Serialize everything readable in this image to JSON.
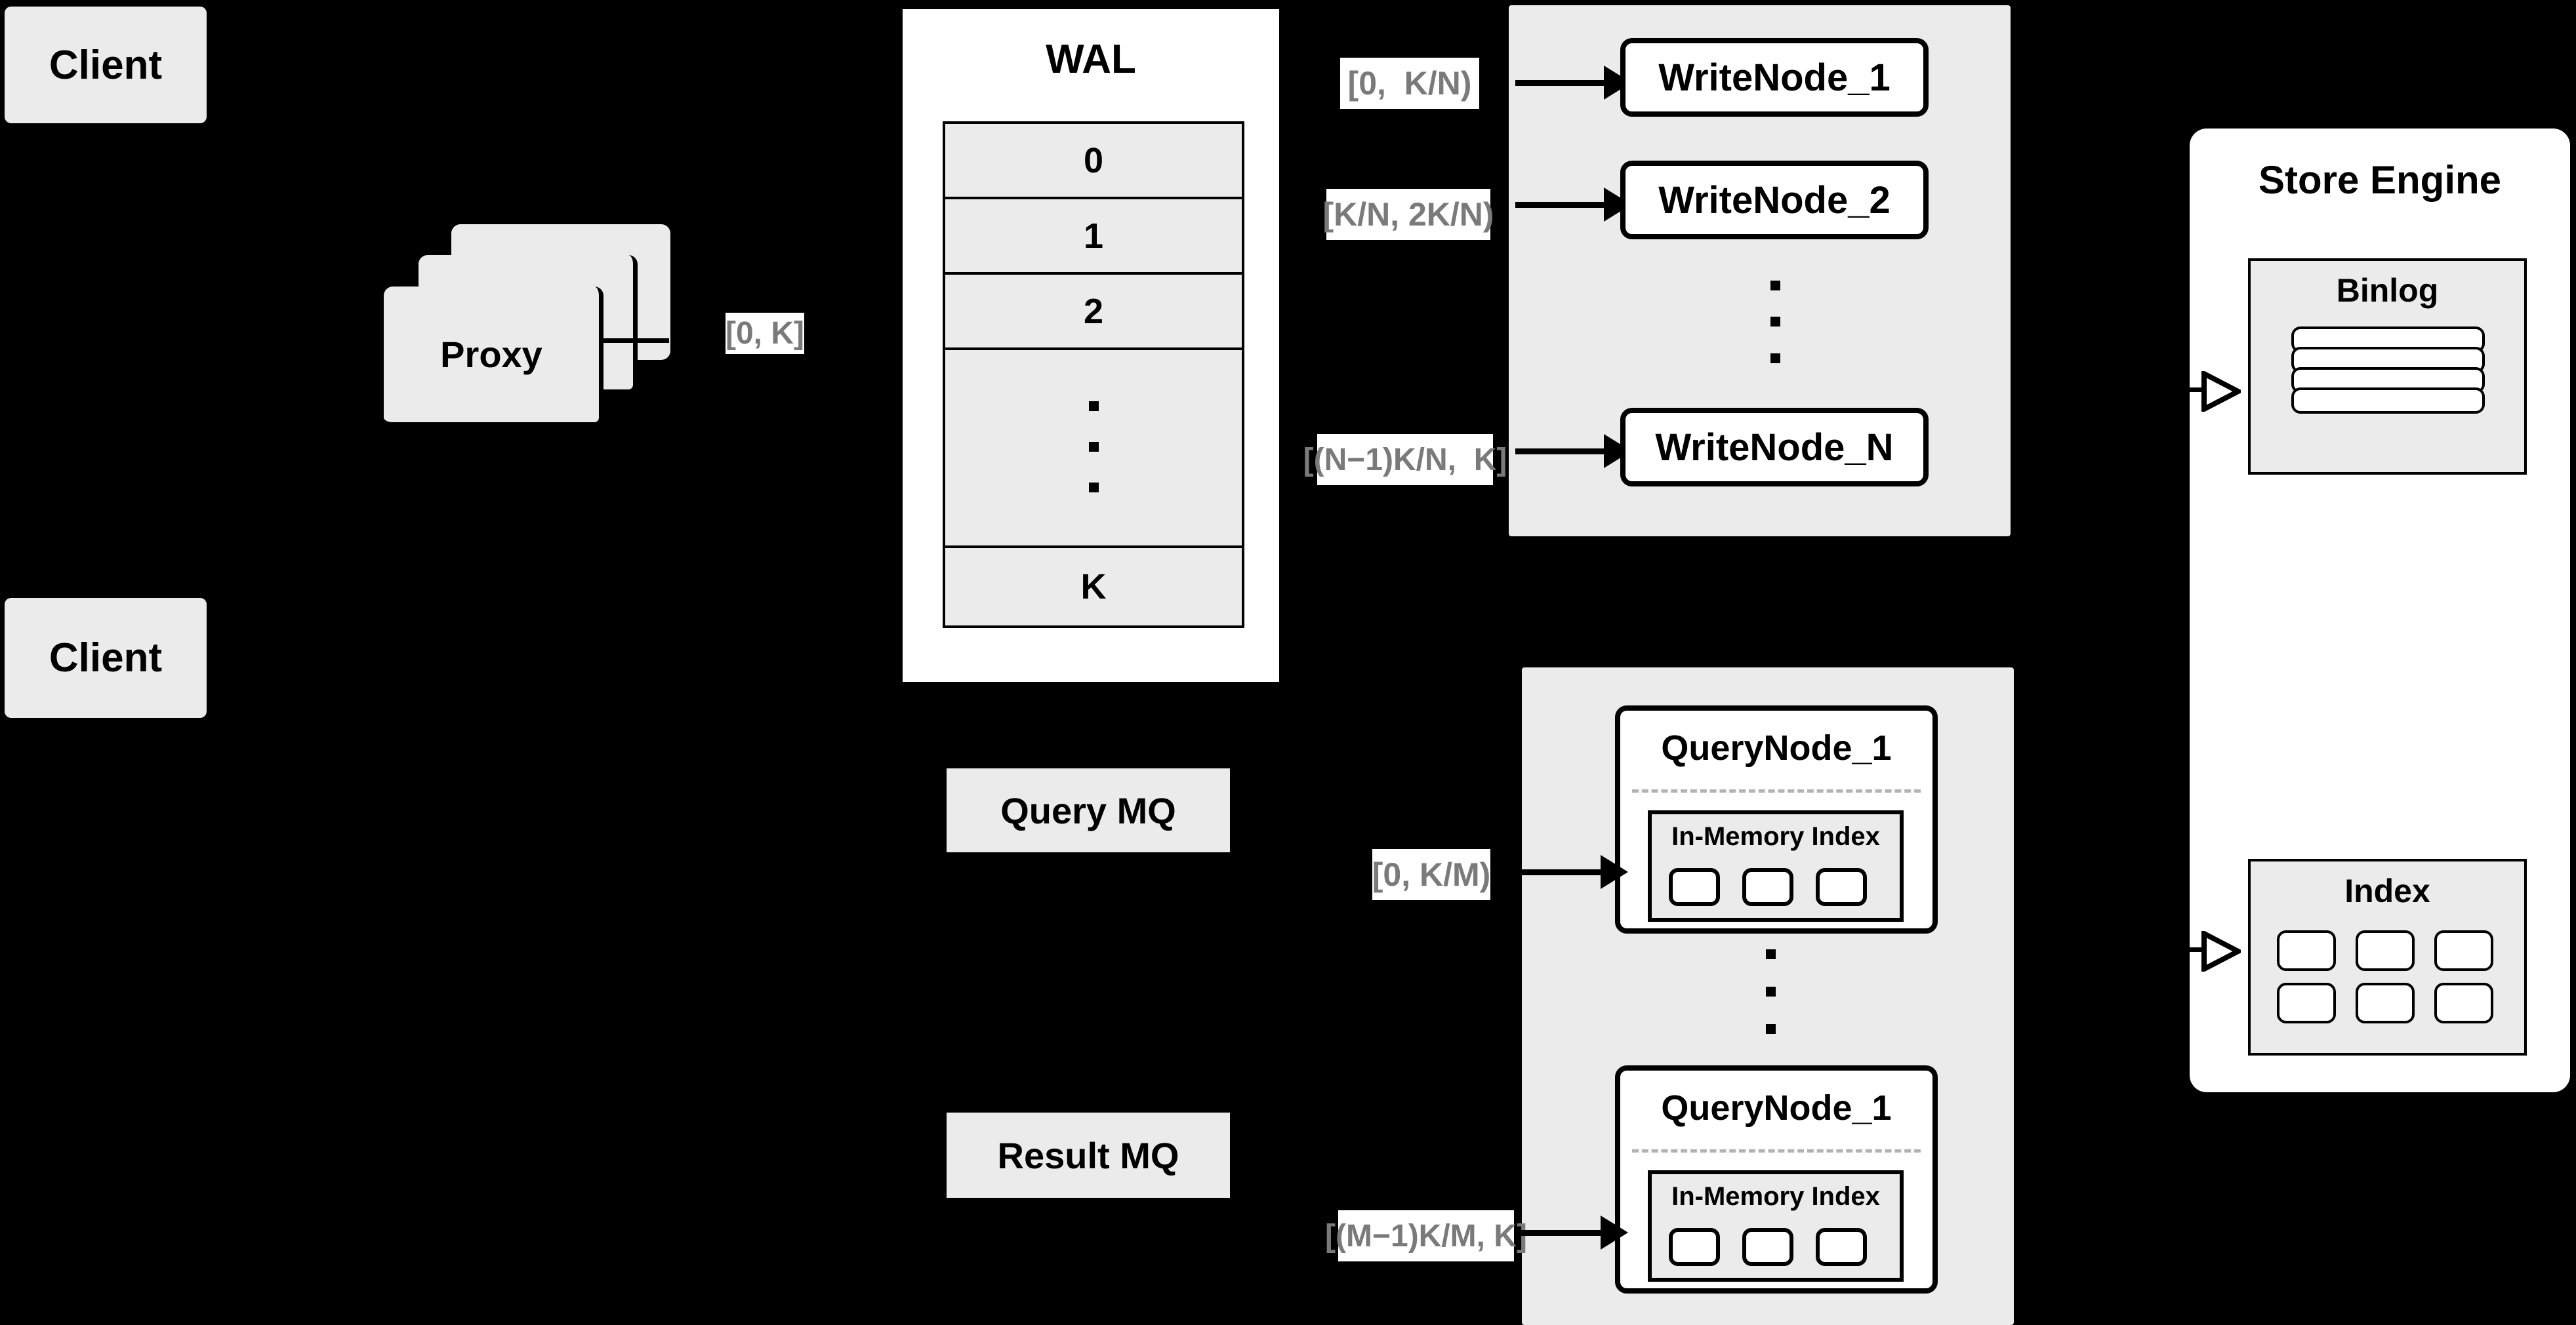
{
  "colors": {
    "background": "#000000",
    "panel_gray": "#ebebeb",
    "card_white": "#ffffff",
    "stroke": "#000000",
    "chip_text": "#7a7a7a",
    "dashed_separator": "#b3b3b3"
  },
  "clients": [
    {
      "label": "Client"
    },
    {
      "label": "Client"
    }
  ],
  "proxy": {
    "label": "Proxy",
    "stack_count": 3
  },
  "wal": {
    "title": "WAL",
    "rows": [
      "0",
      "1",
      "2",
      "⋮",
      "K"
    ],
    "ellipsis_row_index": 3
  },
  "labels": {
    "proxy_to_wal": "[0, K]",
    "write_node_1": "[0,  K/N)",
    "write_node_2": "[K/N, 2K/N)",
    "write_node_n": "[(N−1)K/N,  K]",
    "query_node_1": "[0, K/M)",
    "query_node_m": "[(M−1)K/M, K]"
  },
  "write_cluster": {
    "nodes": [
      {
        "label": "WriteNode_1"
      },
      {
        "label": "WriteNode_2"
      },
      {
        "label": "WriteNode_N"
      }
    ],
    "ellipsis_dots": 3
  },
  "message_queues": [
    {
      "label": "Query MQ"
    },
    {
      "label": "Result MQ"
    }
  ],
  "query_cluster": {
    "nodes": [
      {
        "label": "QueryNode_1",
        "index_title": "In-Memory Index",
        "index_slots": 3
      },
      {
        "label": "QueryNode_1",
        "index_title": "In-Memory Index",
        "index_slots": 3
      }
    ],
    "ellipsis_dots": 3
  },
  "store_engine": {
    "title": "Store Engine",
    "binlog": {
      "title": "Binlog",
      "rows": 4
    },
    "index": {
      "title": "Index",
      "cols": 3,
      "rows": 2
    }
  }
}
